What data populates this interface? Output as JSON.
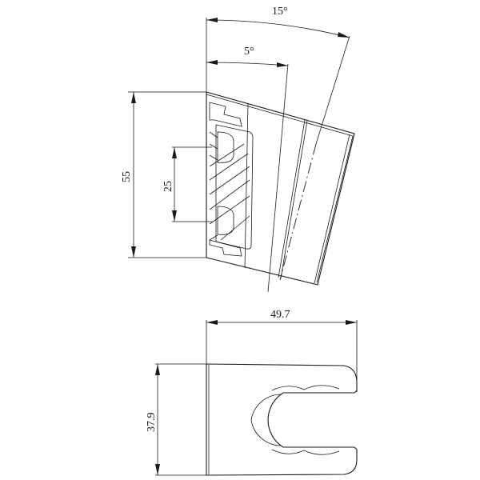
{
  "dimensions": {
    "angle_outer": "15°",
    "angle_inner": "5°",
    "height_total": "55",
    "height_inner": "25",
    "width_bottom": "49.7",
    "height_bottom": "37.9"
  },
  "colors": {
    "line": "#1a1a1a",
    "background": "#ffffff"
  }
}
